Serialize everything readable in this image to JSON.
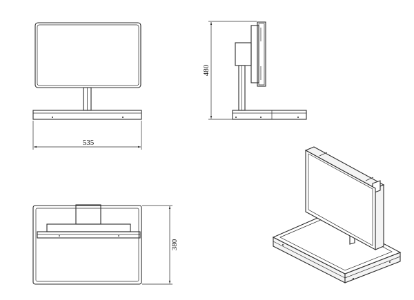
{
  "dimensions": {
    "front_width": "535",
    "side_height": "480",
    "top_depth": "380"
  }
}
